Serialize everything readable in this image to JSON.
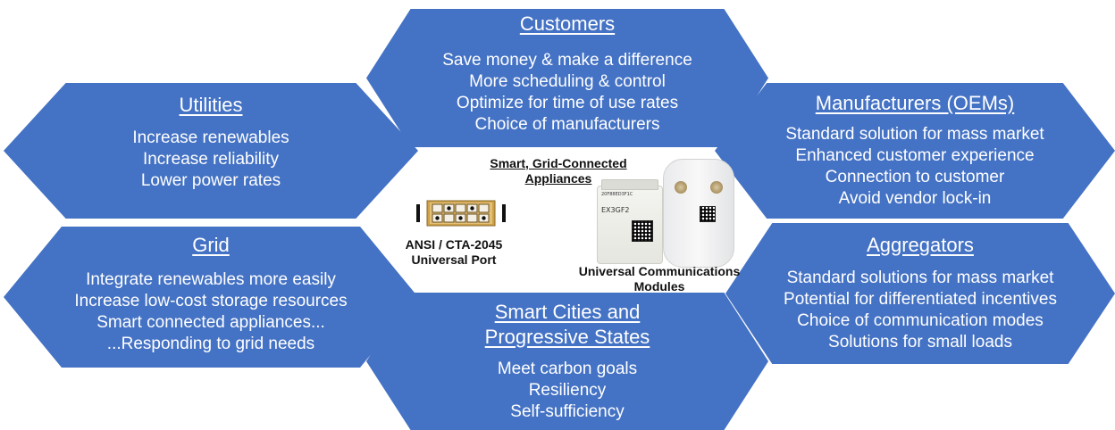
{
  "hexagons": {
    "customers": {
      "title": "Customers",
      "lines": [
        "Save money & make a difference",
        "More scheduling & control",
        "Optimize for time of use rates",
        "Choice of manufacturers"
      ]
    },
    "utilities": {
      "title": "Utilities",
      "lines": [
        "Increase renewables",
        "Increase reliability",
        "Lower power rates"
      ]
    },
    "oems": {
      "title": "Manufacturers (OEMs)",
      "lines": [
        "Standard solution for mass market",
        "Enhanced customer experience",
        "Connection to customer",
        "Avoid vendor lock-in"
      ]
    },
    "grid": {
      "title": "Grid",
      "lines": [
        "Integrate renewables more easily",
        "Increase low-cost storage resources",
        "Smart connected appliances...",
        "...Responding to grid needs"
      ]
    },
    "aggregators": {
      "title": "Aggregators",
      "lines": [
        "Standard solutions for mass market",
        "Potential for differentiated incentives",
        "Choice of communication modes",
        "Solutions for small loads"
      ]
    },
    "smart_cities": {
      "title_line1": "Smart Cities and",
      "title_line2": "Progressive States",
      "lines": [
        "Meet carbon goals",
        "Resiliency",
        "Self-sufficiency"
      ]
    }
  },
  "center": {
    "title_line1": "Smart, Grid-Connected",
    "title_line2": "Appliances",
    "port_label_line1": "ANSI / CTA-2045",
    "port_label_line2": "Universal Port",
    "modules_label_line1": "Universal Communications",
    "modules_label_line2": "Modules",
    "module_small_text": "20F88ED3F1C",
    "module_small_text2": "EX3GF2"
  },
  "colors": {
    "hexagon_fill": "#4472c4",
    "hexagon_text": "#ffffff"
  }
}
